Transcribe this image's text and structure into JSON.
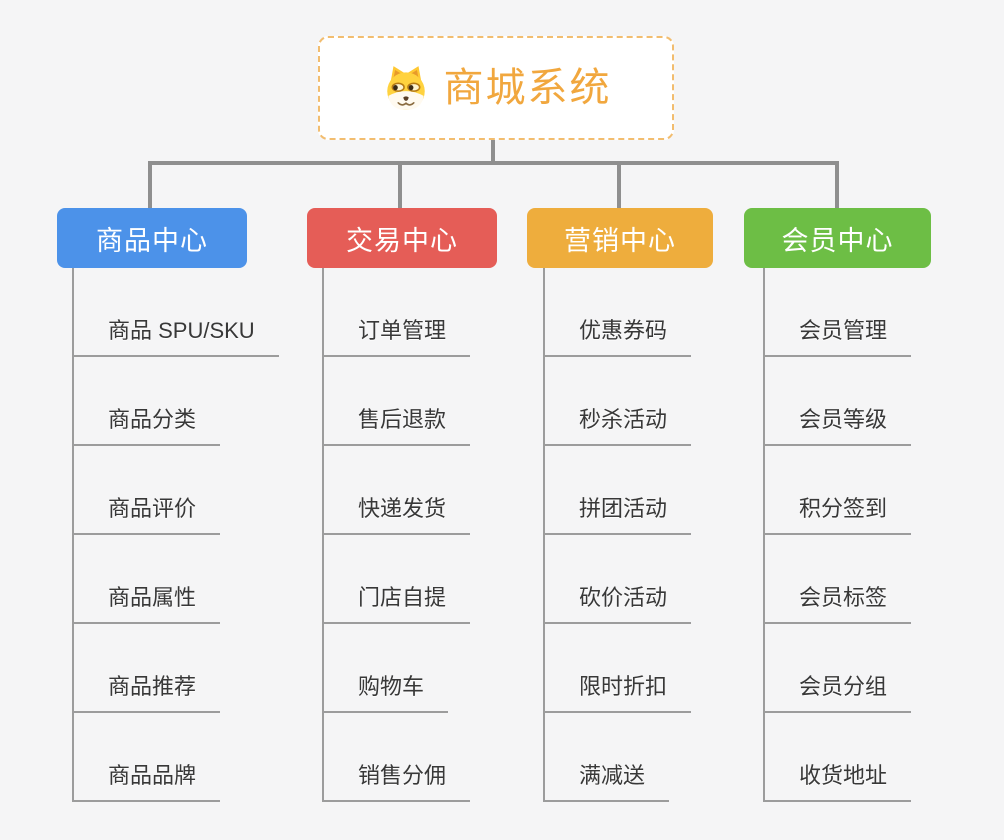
{
  "root": {
    "title": "商城系统",
    "icon": "dog-face-icon"
  },
  "branches": [
    {
      "label": "商品中心",
      "color": "#4c92e9",
      "children": [
        "商品 SPU/SKU",
        "商品分类",
        "商品评价",
        "商品属性",
        "商品推荐",
        "商品品牌"
      ]
    },
    {
      "label": "交易中心",
      "color": "#e55d57",
      "children": [
        "订单管理",
        "售后退款",
        "快递发货",
        "门店自提",
        "购物车",
        "销售分佣"
      ]
    },
    {
      "label": "营销中心",
      "color": "#eead3d",
      "children": [
        "优惠券码",
        "秒杀活动",
        "拼团活动",
        "砍价活动",
        "限时折扣",
        "满减送"
      ]
    },
    {
      "label": "会员中心",
      "color": "#6dbe45",
      "children": [
        "会员管理",
        "会员等级",
        "积分签到",
        "会员标签",
        "会员分组",
        "收货地址"
      ]
    }
  ],
  "colors": {
    "background": "#f5f5f6",
    "connector": "#8f8f8f",
    "leaf_line": "#9c9c9c",
    "root_text": "#f1a73e",
    "root_border": "#f2bd6f",
    "leaf_text": "#383838"
  }
}
